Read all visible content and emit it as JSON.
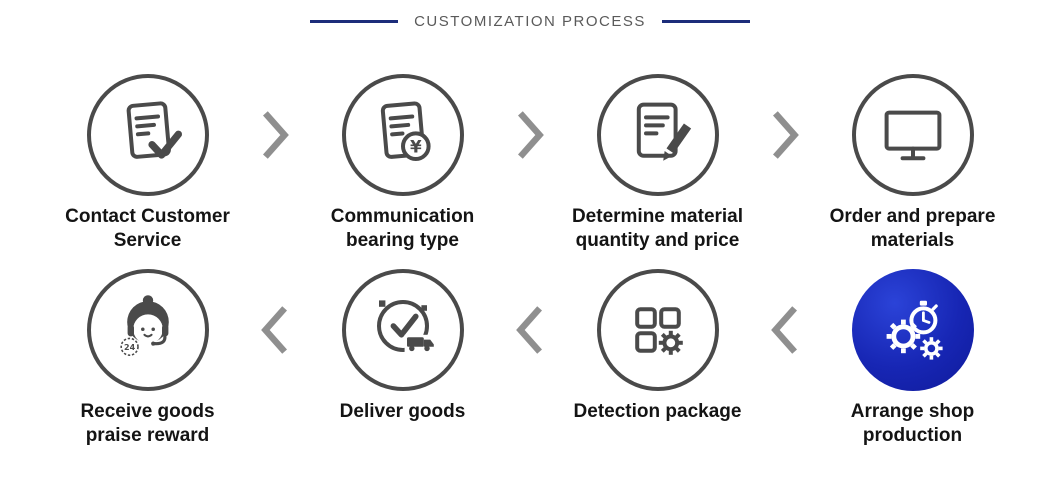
{
  "title": "CUSTOMIZATION PROCESS",
  "colors": {
    "accent_navy": "#1c2d7a",
    "circle_stroke": "#4a4a4a",
    "highlight_blue": "#1e2fc0",
    "label_text": "#141414",
    "arrow_gray": "#8f8f8f"
  },
  "steps": [
    {
      "name": "contact-customer-service",
      "lines": [
        "Contact Customer",
        "Service"
      ],
      "icon": "document-check-icon"
    },
    {
      "name": "communication-bearing-type",
      "lines": [
        "Communication",
        "bearing type"
      ],
      "icon": "document-yen-icon",
      "icon_text": "¥"
    },
    {
      "name": "determine-material-quantity-and-price",
      "lines": [
        "Determine material",
        "quantity and price"
      ],
      "icon": "document-pencil-icon"
    },
    {
      "name": "order-and-prepare-materials",
      "lines": [
        "Order and prepare",
        "materials"
      ],
      "icon": "monitor-icon"
    },
    {
      "name": "arrange-shop-production",
      "lines": [
        "Arrange shop",
        "production"
      ],
      "icon": "gears-stopwatch-icon"
    },
    {
      "name": "detection-package",
      "lines": [
        "Detection package"
      ],
      "icon": "grid-gear-icon"
    },
    {
      "name": "deliver-goods",
      "lines": [
        "Deliver goods"
      ],
      "icon": "clock-truck-icon"
    },
    {
      "name": "receive-goods-praise-reward",
      "lines": [
        "Receive goods",
        "praise reward"
      ],
      "icon": "support-agent-icon",
      "badge": "24"
    }
  ]
}
